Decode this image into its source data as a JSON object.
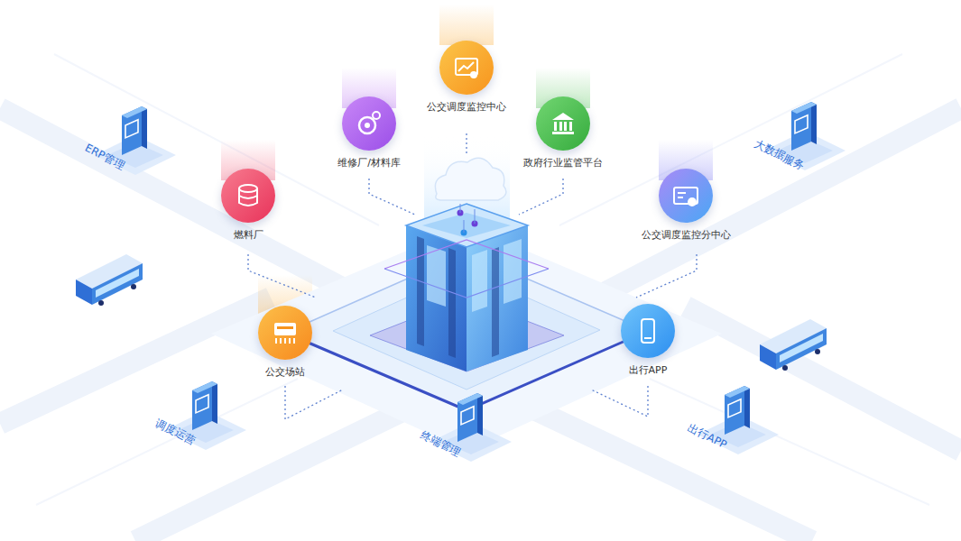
{
  "diagram": {
    "nodes": [
      {
        "text": [
          "公交调度监控中心"
        ]
      },
      {
        "text": [
          "维修厂/材料库"
        ]
      },
      {
        "text": [
          "政府行业监管平台"
        ]
      },
      {
        "text": [
          "ERP管理"
        ]
      },
      {
        "text": [
          "大数据服务"
        ]
      },
      {
        "text": [
          "燃料厂"
        ]
      },
      {
        "text": [
          "公交调度监控分中心"
        ]
      },
      {
        "text": [
          "公交场站"
        ]
      },
      {
        "text": [
          "出行APP"
        ]
      },
      {
        "text": [
          "调度运营"
        ]
      },
      {
        "text": [
          "终端管理"
        ]
      },
      {
        "text": [
          "出行APP"
        ]
      }
    ]
  }
}
